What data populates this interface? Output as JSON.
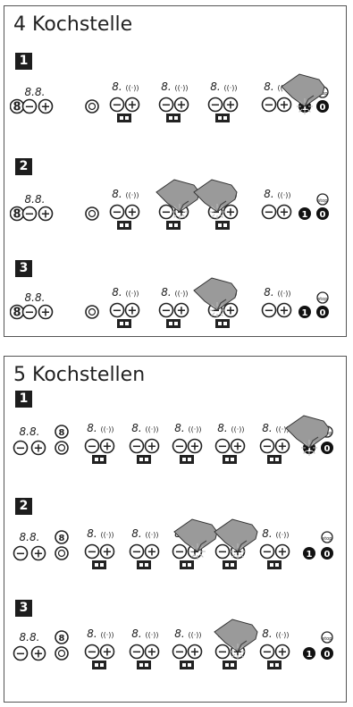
{
  "panel_4": {
    "title": "4 Kochstelle",
    "steps": [
      "1",
      "2",
      "3"
    ]
  },
  "panel_5": {
    "title": "5 Kochstellen",
    "steps": [
      "1",
      "2",
      "3"
    ]
  },
  "symbols": {
    "digit_pair": "8.8.",
    "digit": "8.",
    "minus": "−",
    "plus": "+",
    "stop": "stop",
    "lock": "0",
    "power": "1"
  },
  "icons": {
    "display": "seven-segment-display-icon",
    "minus_key": "minus-button-icon",
    "plus_key": "plus-button-icon",
    "hob_zone": "cooking-zone-icon",
    "timer": "timer-icon",
    "stop": "stop-button-icon",
    "power": "power-button-icon",
    "lock": "child-lock-icon",
    "pointing_hand": "pointing-hand-icon"
  }
}
